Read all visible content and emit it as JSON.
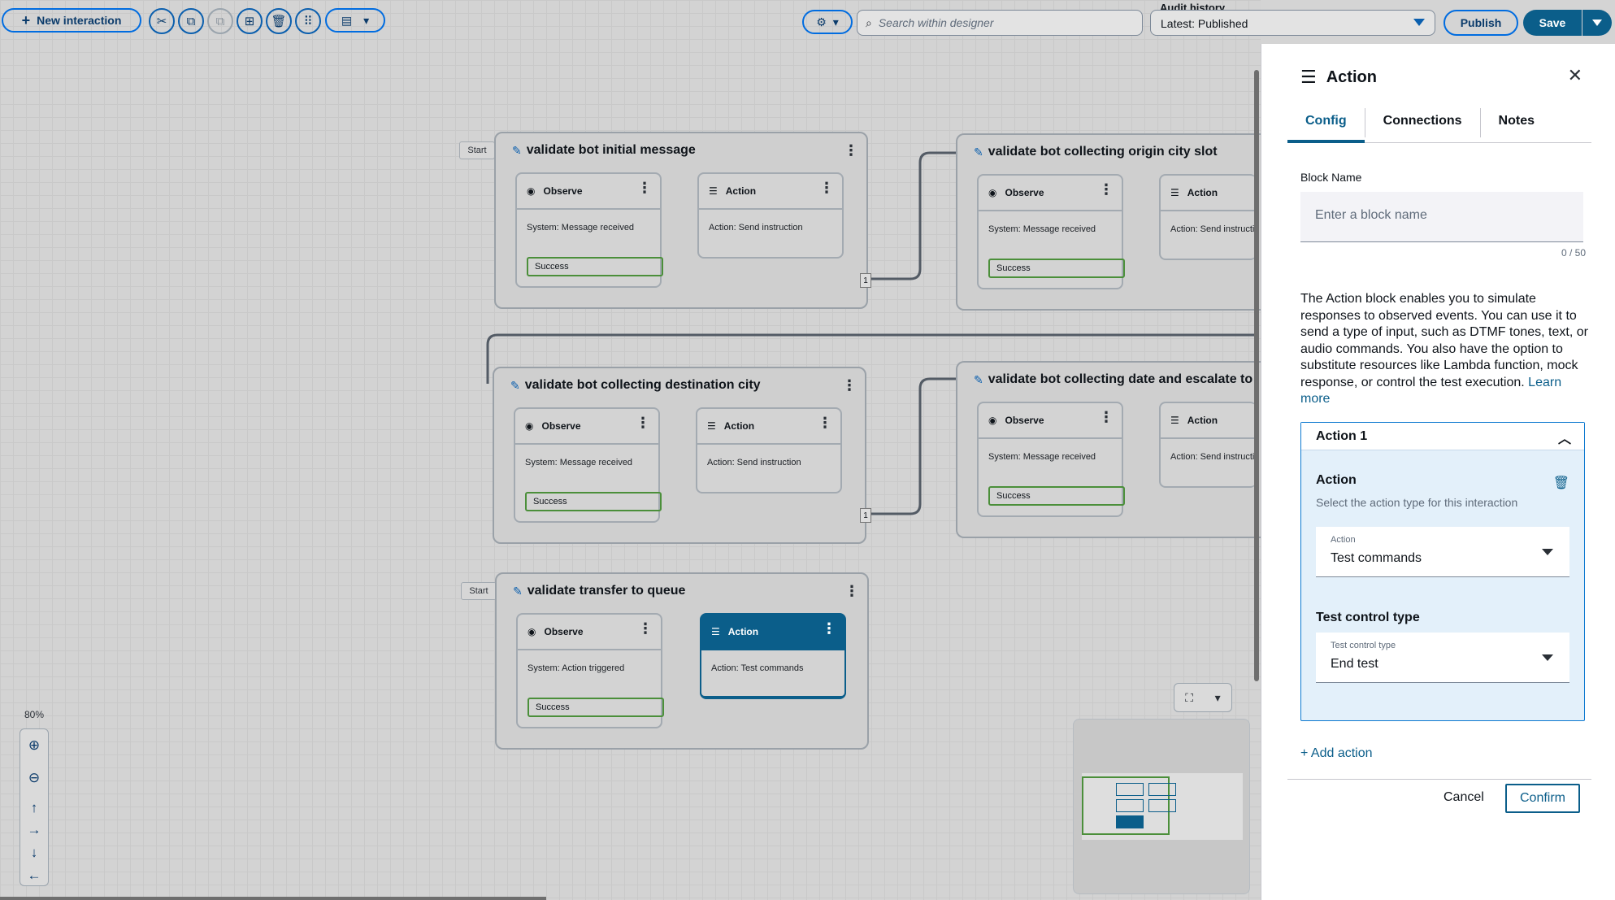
{
  "toolbar": {
    "new_interaction": "New interaction",
    "search_placeholder": "Search within designer",
    "audit_label": "Audit history",
    "audit_value": "Latest: Published",
    "publish": "Publish",
    "save": "Save"
  },
  "canvas": {
    "zoom": "80%",
    "start_label": "Start",
    "port_label": "1",
    "cards": [
      {
        "title": "validate bot initial message",
        "observe_label": "Observe",
        "observe_body": "System: Message received",
        "success": "Success",
        "action_label": "Action",
        "action_body": "Action: Send instruction"
      },
      {
        "title": "validate bot collecting origin city slot",
        "observe_label": "Observe",
        "observe_body": "System: Message received",
        "success": "Success",
        "action_label": "Action",
        "action_body": "Action: Send instruction"
      },
      {
        "title": "validate bot collecting destination city",
        "observe_label": "Observe",
        "observe_body": "System: Message received",
        "success": "Success",
        "action_label": "Action",
        "action_body": "Action: Send instruction"
      },
      {
        "title": "validate bot collecting date and escalate to",
        "observe_label": "Observe",
        "observe_body": "System: Message received",
        "success": "Success",
        "action_label": "Action",
        "action_body": "Action: Send instruction"
      },
      {
        "title": "validate transfer to queue",
        "observe_label": "Observe",
        "observe_body": "System: Action triggered",
        "success": "Success",
        "action_label": "Action",
        "action_body": "Action: Test commands"
      }
    ]
  },
  "panel": {
    "title": "Action",
    "tabs": [
      "Config",
      "Connections",
      "Notes"
    ],
    "block_name_label": "Block Name",
    "block_name_placeholder": "Enter a block name",
    "counter": "0 / 50",
    "description": "The Action block enables you to simulate responses to observed events. You can use it to send a type of input, such as DTMF tones, text, or audio commands. You also have the option to substitute resources like Lambda function, mock response, or control the test execution.",
    "learn_more": "Learn more",
    "accordion_title": "Action 1",
    "action_section_title": "Action",
    "action_section_sub": "Select the action type for this interaction",
    "action_select_label": "Action",
    "action_select_value": "Test commands",
    "control_section_title": "Test control type",
    "control_select_label": "Test control type",
    "control_select_value": "End test",
    "add_action": "+ Add action",
    "cancel": "Cancel",
    "confirm": "Confirm"
  },
  "colors": {
    "accent": "#0b5e8a",
    "success_port": "#4b8f3a"
  }
}
